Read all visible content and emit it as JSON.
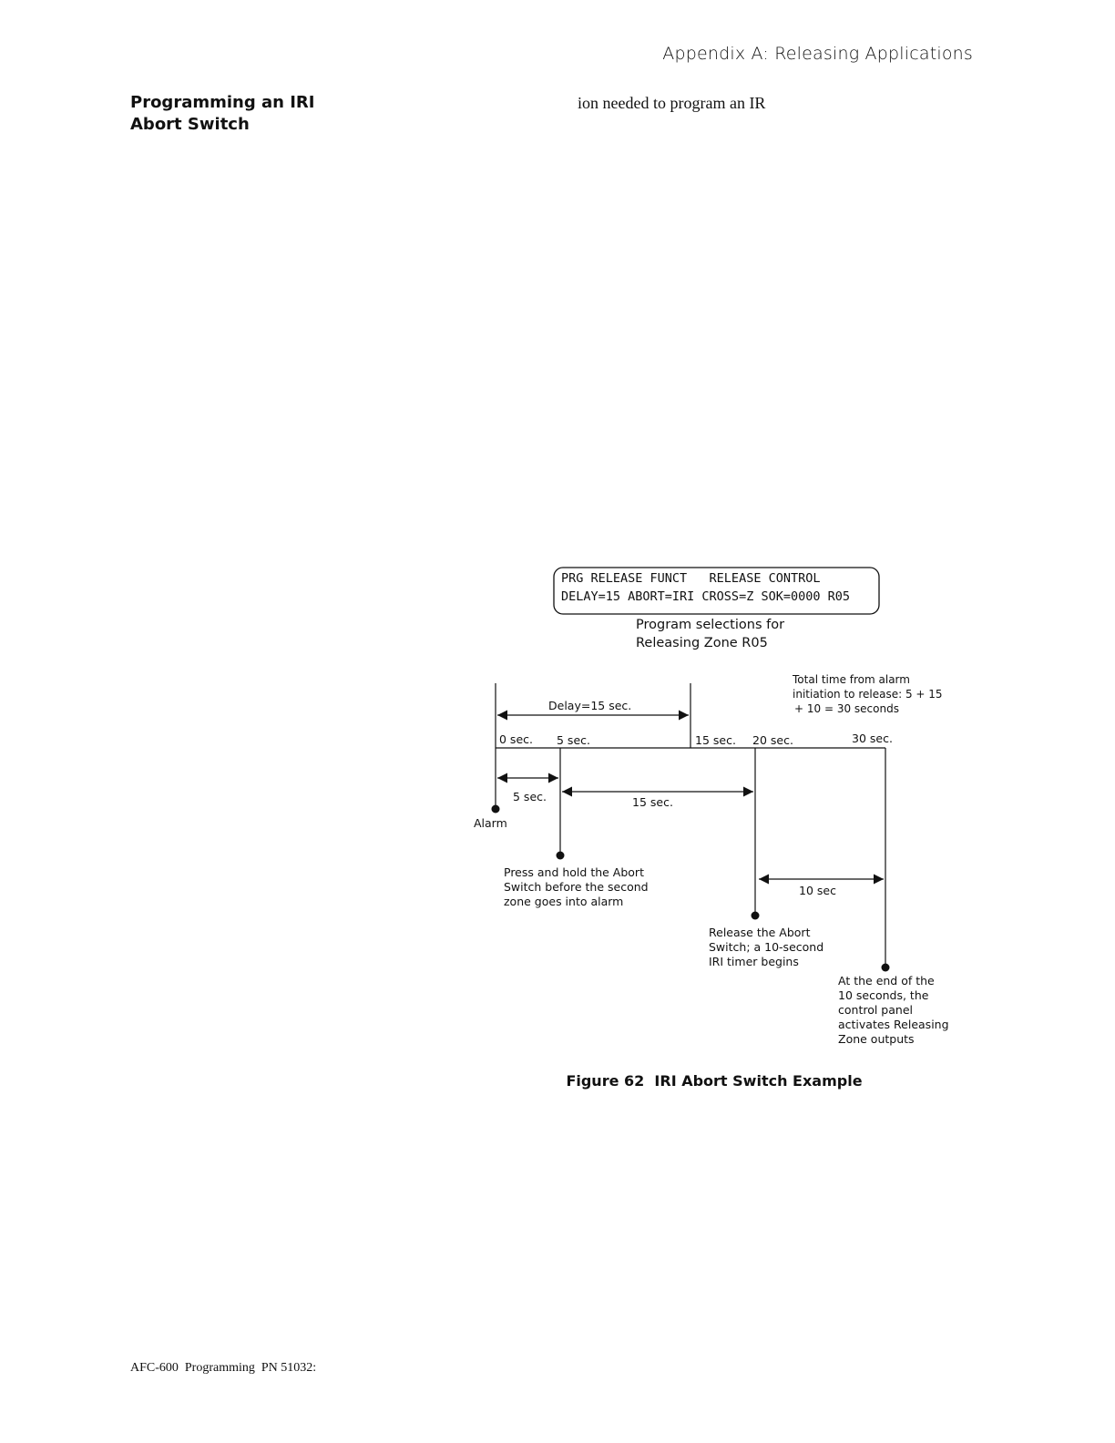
{
  "header": {
    "running_title": "Appendix A: Releasing Applications"
  },
  "section": {
    "heading_line1": "Programming an IRI",
    "heading_line2": "Abort Switch",
    "body_fragment": "ion needed to program an IR"
  },
  "figure": {
    "lcd": {
      "line1": "PRG RELEASE FUNCT   RELEASE CONTROL",
      "line2": "DELAY=15 ABORT=IRI CROSS=Z SOK=0000 R05"
    },
    "lcd_caption_line1": "Program selections for",
    "lcd_caption_line2": "Releasing Zone R05",
    "total_note_line1": "Total time from alarm",
    "total_note_line2": "initiation to release: 5 + 15",
    "total_note_line3": "+ 10 = 30 seconds",
    "delay_label": "Delay=15 sec.",
    "ticks": [
      "0 sec.",
      "5 sec.",
      "15 sec.",
      "20 sec.",
      "30 sec."
    ],
    "span_5": "5 sec.",
    "span_15": "15 sec.",
    "span_10": "10 sec",
    "alarm_label": "Alarm",
    "press_note_line1": "Press and hold the Abort",
    "press_note_line2": "Switch before the second",
    "press_note_line3": "zone goes into alarm",
    "release_note_line1": "Release the Abort",
    "release_note_line2": "Switch; a 10-second",
    "release_note_line3": "IRI timer begins",
    "end_note_line1": "At the end of the",
    "end_note_line2": "10 seconds, the",
    "end_note_line3": "control panel",
    "end_note_line4": "activates Releasing",
    "end_note_line5": "Zone outputs",
    "caption": "Figure 62  IRI Abort Switch Example"
  },
  "footer": {
    "text": "AFC-600  Programming  PN 51032:"
  }
}
